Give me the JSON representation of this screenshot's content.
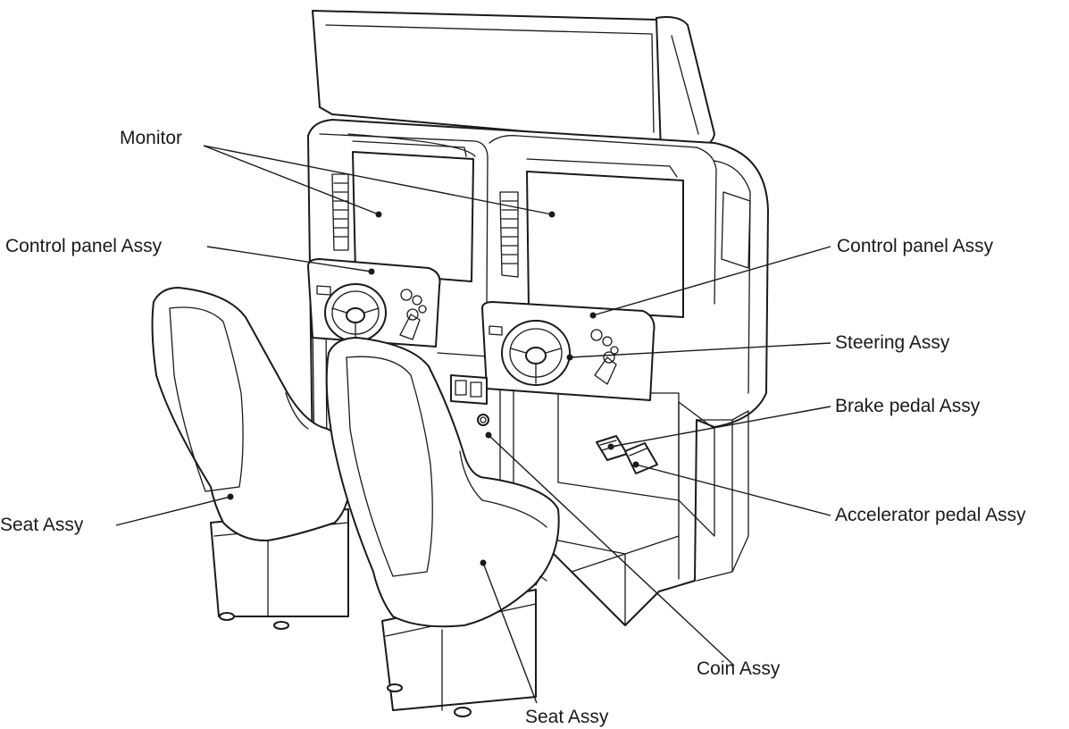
{
  "labels": {
    "monitor": "Monitor",
    "control_panel_left": "Control panel Assy",
    "control_panel_right": "Control panel Assy",
    "steering": "Steering Assy",
    "brake_pedal": "Brake pedal Assy",
    "accelerator_pedal": "Accelerator pedal Assy",
    "seat_left": "Seat Assy",
    "seat_bottom": "Seat Assy",
    "coin": "Coin Assy"
  }
}
